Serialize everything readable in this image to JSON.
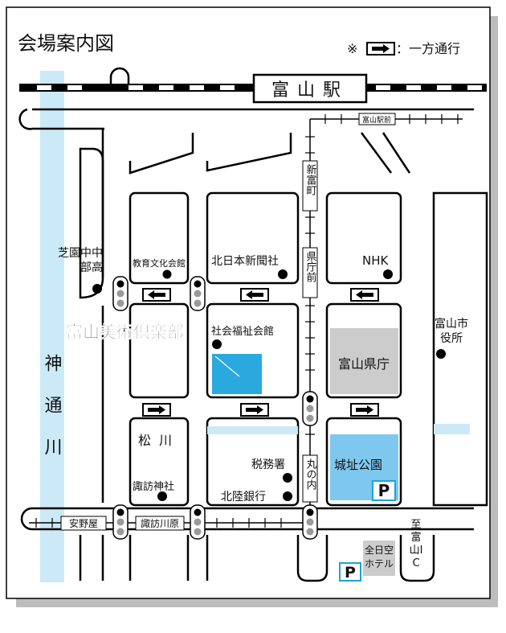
{
  "header": {
    "title": "会場案内図",
    "legend_prefix": "※",
    "legend_text": "：一方通行"
  },
  "station": {
    "name": "富山駅"
  },
  "tram_stops": {
    "station_front": "富山駅前",
    "shin_tomicho": "新富町",
    "kencho_mae": "県庁前",
    "marunouchi": "丸の内",
    "annoya": "安野屋",
    "suwagawara": "諏訪川原"
  },
  "river": {
    "name": "神通川"
  },
  "venue": {
    "name": "富山美術倶楽部"
  },
  "landmarks": {
    "school": "芝園中中部高",
    "kyoiku": "教育文化会館",
    "kitanihon": "北日本新聞社",
    "nhk": "NHK",
    "shakai": "社会福祉会館",
    "kencho": "富山県庁",
    "shiyakusho": "富山市役所",
    "matsukawa": "松川",
    "zeimusho": "税務署",
    "suwa": "諏訪神社",
    "hokuriku": "北陸銀行",
    "castle_park": "城址公園",
    "hotel": "全日空ホテル",
    "ic": "至富山IC"
  },
  "parking_symbol": "P",
  "colors": {
    "river": "#cce9f8",
    "venue": "#2aa9df",
    "park": "#7ec7ee",
    "gray": "#cccccc",
    "accent_text": "#1aa3dc"
  }
}
